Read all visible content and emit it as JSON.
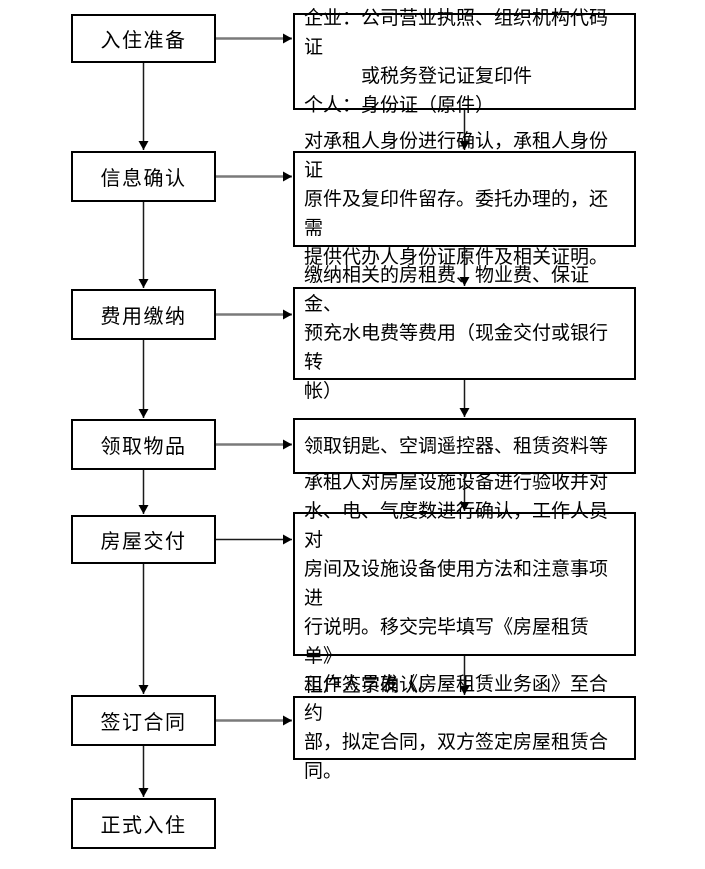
{
  "document": {
    "type": "flowchart",
    "language": "zh-CN",
    "background_color": "#ffffff",
    "box_border_color": "#000000",
    "text_color": "#000000",
    "connector_color": "#1a1a1a",
    "connector_gray_color": "#7a7a7a"
  },
  "flow": {
    "steps": [
      {
        "label": "入住准备",
        "detail": "企业：公司营业执照、组织机构代码证\n　　　或税务登记证复印件\n个人：身份证（原件）"
      },
      {
        "label": "信息确认",
        "detail": "对承租人身份进行确认，承租人身份证\n原件及复印件留存。委托办理的，还需\n提供代办人身份证原件及相关证明。"
      },
      {
        "label": "费用缴纳",
        "detail": "缴纳相关的房租费、物业费、保证金、\n预充水电费等费用（现金交付或银行转\n帐）"
      },
      {
        "label": "领取物品",
        "detail": "领取钥匙、空调遥控器、租赁资料等"
      },
      {
        "label": "房屋交付",
        "detail": "承租人对房屋设施设备进行验收并对\n水、电、气度数进行确认，工作人员对\n房间及设施设备使用方法和注意事项进\n行说明。移交完毕填写《房屋租赁单》\n租户签字确认。"
      },
      {
        "label": "签订合同",
        "detail": "工作人员发《房屋租赁业务函》至合约\n部，拟定合同，双方签定房屋租赁合同。"
      },
      {
        "label": "正式入住",
        "detail": ""
      }
    ]
  }
}
